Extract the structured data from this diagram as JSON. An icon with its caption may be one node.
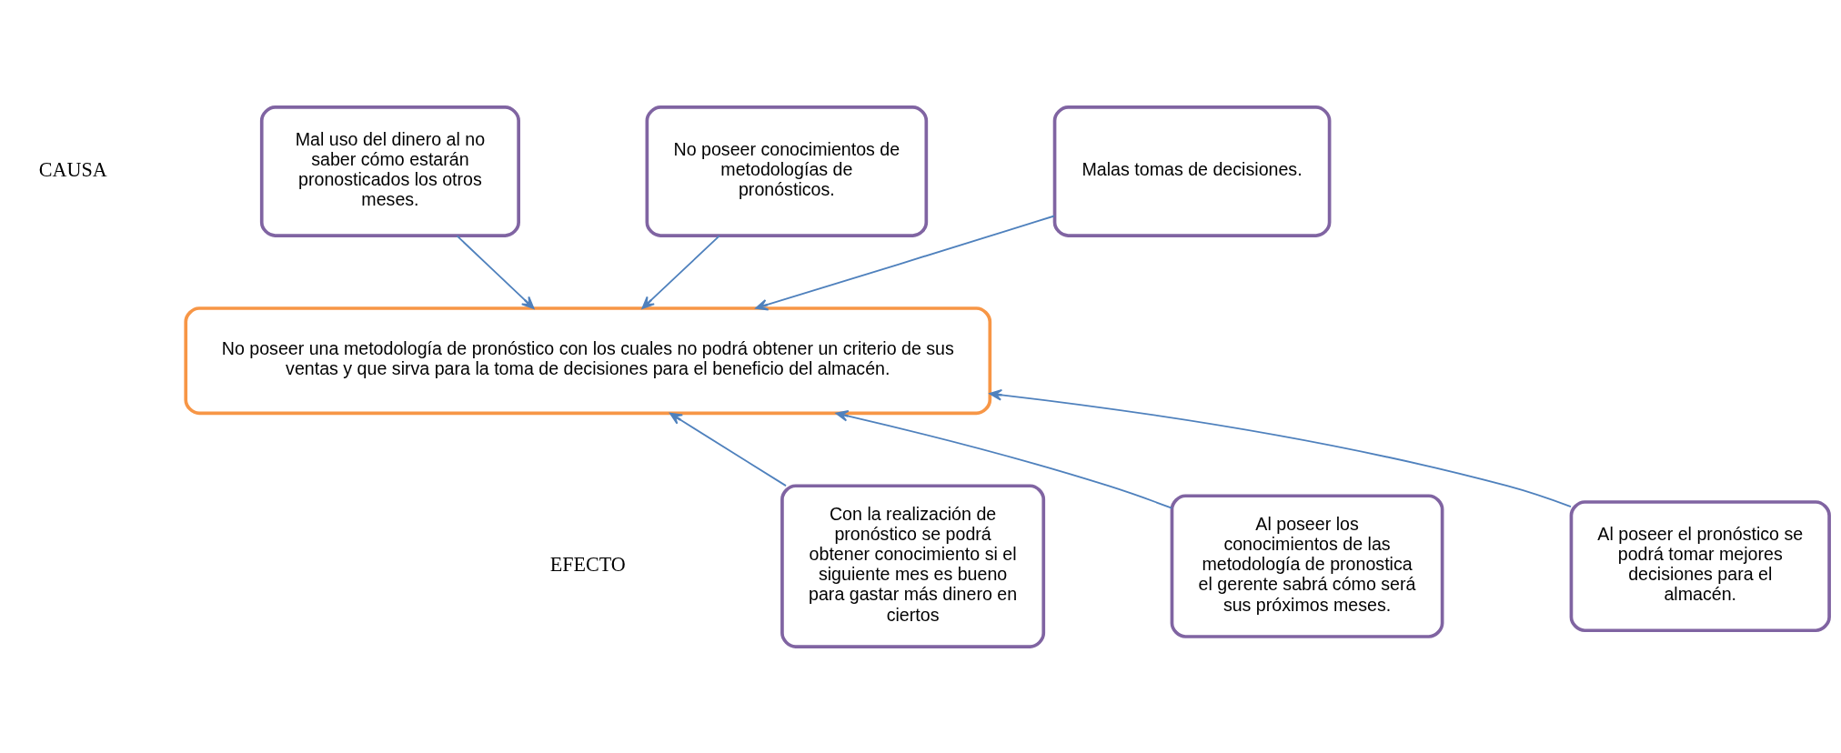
{
  "diagram": {
    "nodes": [
      {
        "text": [
          "Mal uso del dinero al no saber cómo estarán pronosticados los otros meses."
        ]
      },
      {
        "text": [
          "No poseer conocimientos de metodologías de pronósticos."
        ]
      },
      {
        "text": [
          "Malas tomas de decisiones."
        ]
      },
      {
        "text": [
          "No poseer una metodología de pronóstico con los cuales no podrá obtener un criterio de sus ventas y que sirva para la toma de decisiones para el beneficio del almacén."
        ]
      },
      {
        "text": [
          "Con la realización de pronóstico se podrá obtener conocimiento si el siguiente mes es bueno para gastar más dinero en ciertos"
        ]
      },
      {
        "text": [
          "Al poseer los conocimientos de las metodología de pronostica el gerente sabrá cómo será sus próximos meses."
        ]
      },
      {
        "text": [
          "Al poseer el pronóstico se podrá tomar mejores decisiones para el almacén."
        ]
      }
    ],
    "edges": [
      {
        "from": 0,
        "to": 3,
        "arrow": "to"
      },
      {
        "from": 1,
        "to": 3,
        "arrow": "to"
      },
      {
        "from": 2,
        "to": 3,
        "arrow": "to"
      },
      {
        "from": 4,
        "to": 3,
        "arrow": "to"
      },
      {
        "from": 5,
        "to": 3,
        "arrow": "to"
      },
      {
        "from": 6,
        "to": 3,
        "arrow": "to"
      }
    ],
    "labels": [
      "CAUSA",
      "EFECTO"
    ]
  }
}
